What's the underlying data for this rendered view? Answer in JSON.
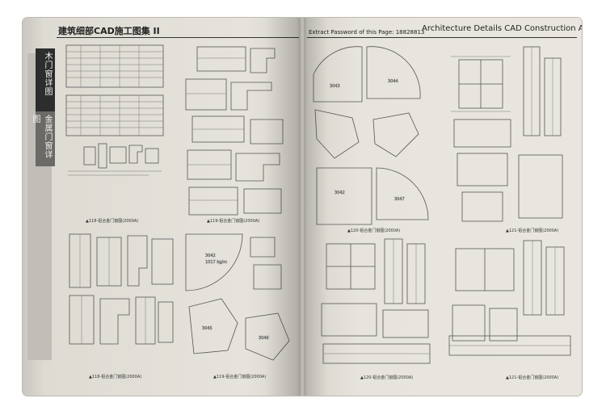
{
  "left_page": {
    "header_title": "建筑细部CAD施工图集 II",
    "header_right": "",
    "side_tab_primary": "木门窗详图",
    "side_tab_secondary": "金属门窗详图",
    "captions": {
      "c1": "▲118-铝合金门窗图(2000A)",
      "c2": "▲119-铝合金门窗图(2000A)",
      "c3": "▲118-铝合金门窗图(2000A)",
      "c4": "▲119-铝合金门窗图(2000A)"
    }
  },
  "right_page": {
    "header_left": "Extract Password of this Page: 18828813",
    "header_title": "Architecture Details CAD Construction Atlas II",
    "captions": {
      "c1": "▲120-铝合金门窗图(2000A)",
      "c2": "▲121-铝合金门窗图(2000A)",
      "c3": "▲120-铝合金门窗图(2000A)",
      "c4": "▲121-铝合金门窗图(2000A)"
    }
  }
}
